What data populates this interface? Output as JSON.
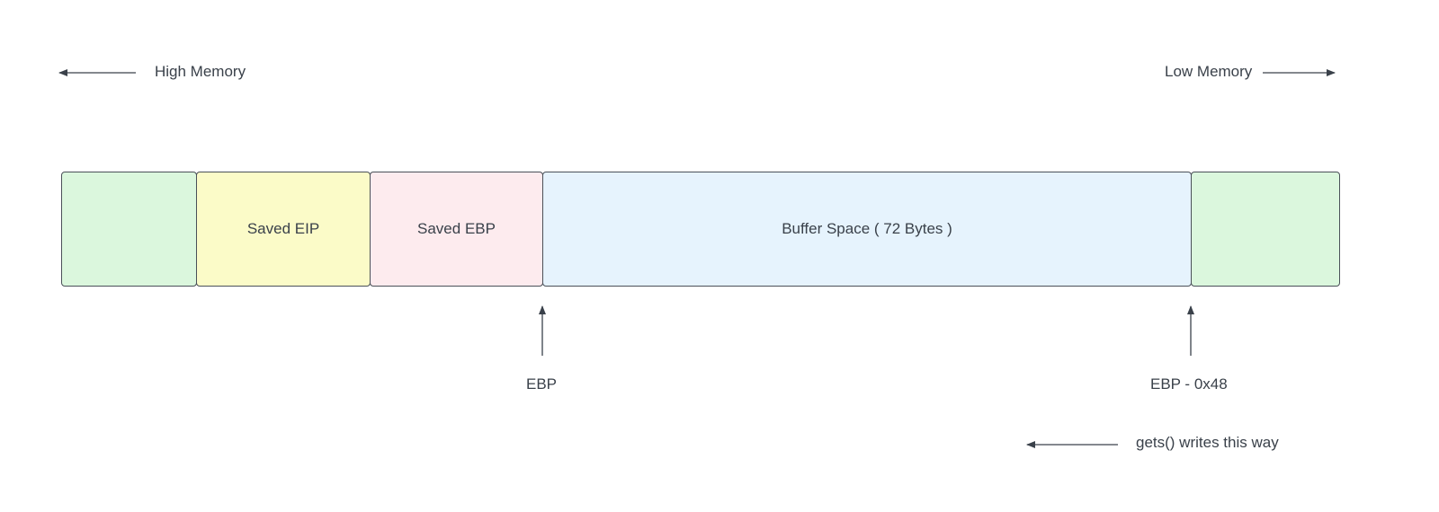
{
  "diagram": {
    "header": {
      "left_label": "High Memory",
      "right_label": "Low Memory"
    },
    "segments": [
      {
        "label": "",
        "color": "#dbf7dd"
      },
      {
        "label": "Saved EIP",
        "color": "#fbfbc8"
      },
      {
        "label": "Saved EBP",
        "color": "#fdebee"
      },
      {
        "label": "Buffer Space ( 72 Bytes )",
        "color": "#e6f3fd"
      },
      {
        "label": "",
        "color": "#dbf7dd"
      }
    ],
    "pointers": {
      "ebp": "EBP",
      "ebp_offset": "EBP - 0x48"
    },
    "direction_note": "gets() writes this way",
    "stroke_color": "#3a414a"
  }
}
